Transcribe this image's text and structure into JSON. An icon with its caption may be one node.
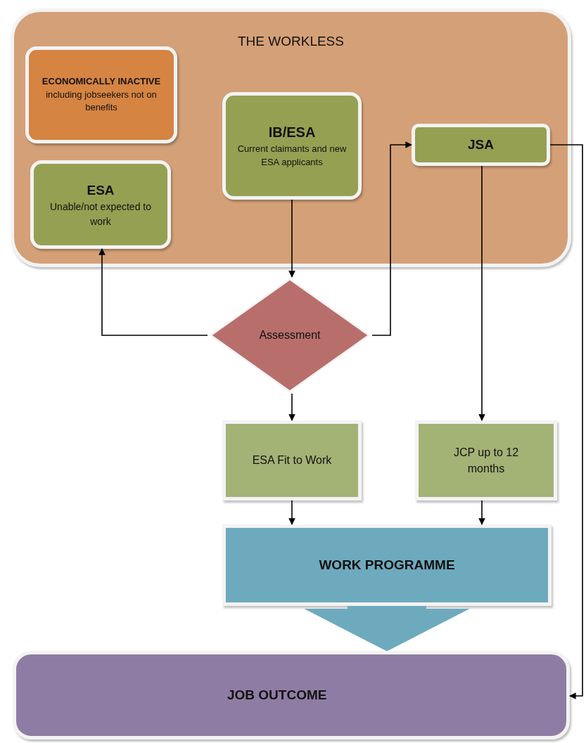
{
  "diagram": {
    "nodes": [
      {
        "text": [
          "THE WORKLESS"
        ]
      },
      {
        "text": [
          "ECONOMICALLY INACTIVE",
          "including jobseekers not on benefits"
        ],
        "in": 0
      },
      {
        "text": [
          "ESA",
          "Unable/not expected to work"
        ],
        "in": 0
      },
      {
        "text": [
          "IB/ESA",
          "Current claimants and new ESA applicants"
        ],
        "in": 0
      },
      {
        "text": [
          "JSA"
        ],
        "in": 0
      },
      {
        "text": [
          "Assessment"
        ]
      },
      {
        "text": [
          "ESA Fit to Work"
        ]
      },
      {
        "text": [
          "JCP up to 12 months"
        ]
      },
      {
        "text": [
          "WORK PROGRAMME"
        ]
      },
      {
        "text": [
          "JOB OUTCOME"
        ]
      }
    ],
    "edges": [
      {
        "from": 3,
        "to": 5,
        "arrow": "to"
      },
      {
        "from": 5,
        "to": 2,
        "arrow": "to"
      },
      {
        "from": 5,
        "to": 4,
        "arrow": "to"
      },
      {
        "from": 4,
        "to": 7,
        "arrow": "to"
      },
      {
        "from": 5,
        "to": 6,
        "arrow": "to"
      },
      {
        "from": 6,
        "to": 8,
        "arrow": "to"
      },
      {
        "from": 7,
        "to": 8,
        "arrow": "to"
      },
      {
        "from": 8,
        "to": 9,
        "arrow": "to",
        "style": "thick",
        "color": "#6eaabd"
      },
      {
        "from": 4,
        "to": 9,
        "arrow": "to"
      }
    ]
  }
}
